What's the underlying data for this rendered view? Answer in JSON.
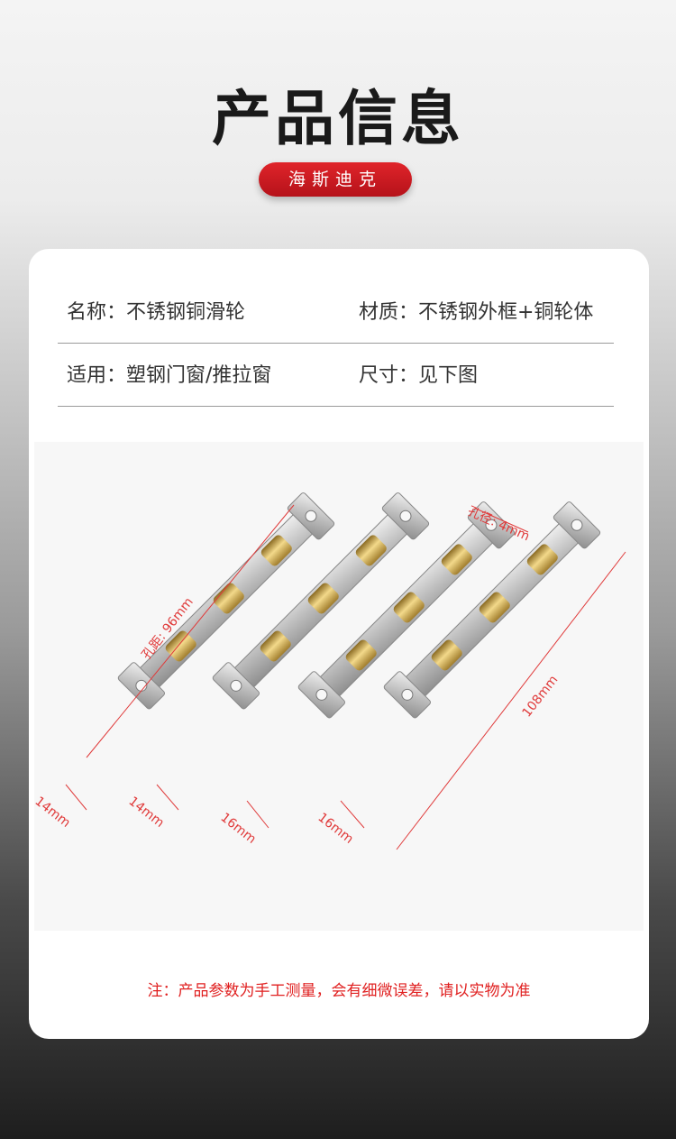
{
  "title": "产品信息",
  "brand": "海斯迪克",
  "info": {
    "name": "名称：不锈钢铜滑轮",
    "material": "材质：不锈钢外框+铜轮体",
    "usage": "适用：塑钢门窗/推拉窗",
    "size": "尺寸：见下图"
  },
  "dimensions": {
    "hole_spacing": "孔距: 96mm",
    "hole_diameter": "孔径: 4mm",
    "length": "108mm",
    "width_1": "14mm",
    "width_2": "14mm",
    "width_3": "16mm",
    "width_4": "16mm"
  },
  "note": "注：产品参数为手工测量，会有细微误差，请以实物为准",
  "colors": {
    "accent": "#d8191f",
    "dimension_line": "#e03a3a",
    "brass": "#c9a24a",
    "steel": "#c9c9c9"
  }
}
